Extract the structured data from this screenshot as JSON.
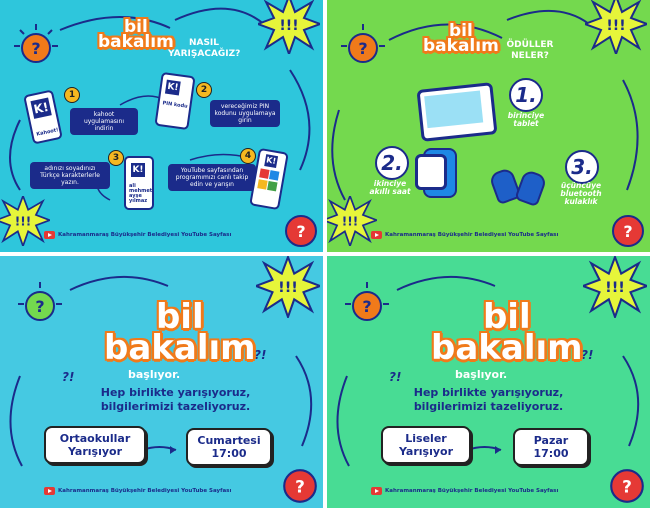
{
  "colors": {
    "panel1_bg": "#2ec6dc",
    "panel2_bg": "#74d94e",
    "panel3_bg": "#45c9e2",
    "panel4_bg": "#48dc94",
    "navy": "#1b2b8a",
    "orange": "#f07a1a",
    "yellow": "#e6f53a",
    "red": "#e53935"
  },
  "brand": {
    "line1": "bil",
    "line2": "bakalım"
  },
  "panel1": {
    "heading": "NASIL YARIŞACAĞIZ?",
    "steps": [
      {
        "num": "1",
        "text": "kahoot uygulamasını indirin"
      },
      {
        "num": "2",
        "text": "vereceğimiz PIN kodunu uygulamaya girin"
      },
      {
        "num": "3",
        "text": "adınızı soyadınızı Türkçe karakterlerle yazın."
      },
      {
        "num": "4",
        "text": "YouTube sayfasından programımızı canlı takip edin ve yarışın"
      }
    ],
    "phone_labels": [
      "Kahoot!",
      "PIN kodu",
      "ali mehmet ayşe yılmaz"
    ]
  },
  "panel2": {
    "heading": "ÖDÜLLER NELER?",
    "prizes": [
      {
        "num": "1.",
        "text": "birinciye tablet"
      },
      {
        "num": "2.",
        "text": "ikinciye akıllı saat"
      },
      {
        "num": "3.",
        "text": "üçüncüye bluetooth kulaklık"
      }
    ]
  },
  "panel3": {
    "starts": "başlıyor.",
    "tagline_1": "Hep birlikte yarışıyoruz,",
    "tagline_2": "bilgilerimizi tazeliyoruz.",
    "left_pill": "Ortaokullar Yarışıyor",
    "right_pill_day": "Cumartesi",
    "right_pill_time": "17:00"
  },
  "panel4": {
    "starts": "başlıyor.",
    "tagline_1": "Hep birlikte yarışıyoruz,",
    "tagline_2": "bilgilerimizi tazeliyoruz.",
    "left_pill": "Liseler Yarışıyor",
    "right_pill_day": "Pazar",
    "right_pill_time": "17:00"
  },
  "footer": "Kahramanmaraş Büyükşehir Belediyesi YouTube Sayfası",
  "icons": [
    "question-bubble-icon",
    "exclamation-burst-icon",
    "red-alert-icon",
    "youtube-icon",
    "arrow-icon",
    "question-marks-icon"
  ],
  "burst_text": "!!!",
  "question_mark": "?",
  "mini_question": "?!"
}
